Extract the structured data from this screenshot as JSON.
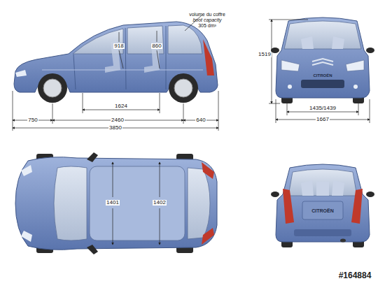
{
  "diagram": {
    "labels": [
      "volume du coffre",
      "boot capacity",
      "305 dm³",
      "918",
      "860",
      "1624",
      "750",
      "2460",
      "640",
      "3850",
      "1519",
      "1435/1439",
      "1667",
      "CITROËN",
      "1401",
      "1402",
      "CITROËN",
      "#164884"
    ]
  }
}
